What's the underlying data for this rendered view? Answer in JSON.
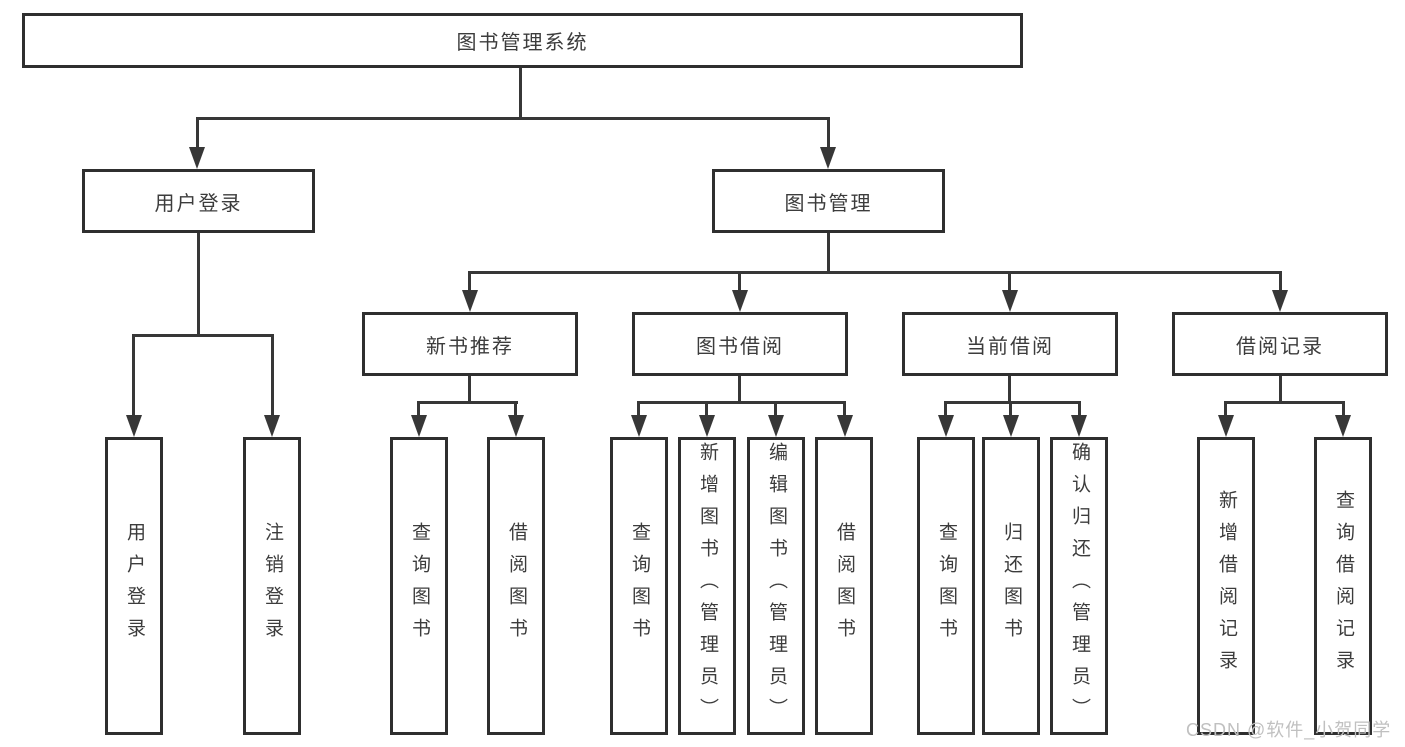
{
  "nodes": {
    "root": "图书管理系统",
    "user_login": "用户登录",
    "book_mgmt": "图书管理",
    "new_book_rec": "新书推荐",
    "book_borrow": "图书借阅",
    "current_borrow": "当前借阅",
    "borrow_record": "借阅记录",
    "leaf_user_login": "用户登录",
    "leaf_logout": "注销登录",
    "leaf_query_book_rec": "查询图书",
    "leaf_borrow_book_rec": "借阅图书",
    "leaf_query_book_borrow": "查询图书",
    "leaf_add_book": "新增图书（管理员）",
    "leaf_edit_book": "编辑图书（管理员）",
    "leaf_borrow_book": "借阅图书",
    "leaf_query_book_current": "查询图书",
    "leaf_return_book": "归还图书",
    "leaf_confirm_return": "确认归还（管理员）",
    "leaf_add_borrow_record": "新增借阅记录",
    "leaf_query_borrow_record": "查询借阅记录"
  },
  "watermark": "CSDN @软件_小贺同学",
  "colors": {
    "line": "#373737",
    "border": "#2f2f2f",
    "text": "#3c3c3c",
    "watermark": "#c0c0c0"
  }
}
